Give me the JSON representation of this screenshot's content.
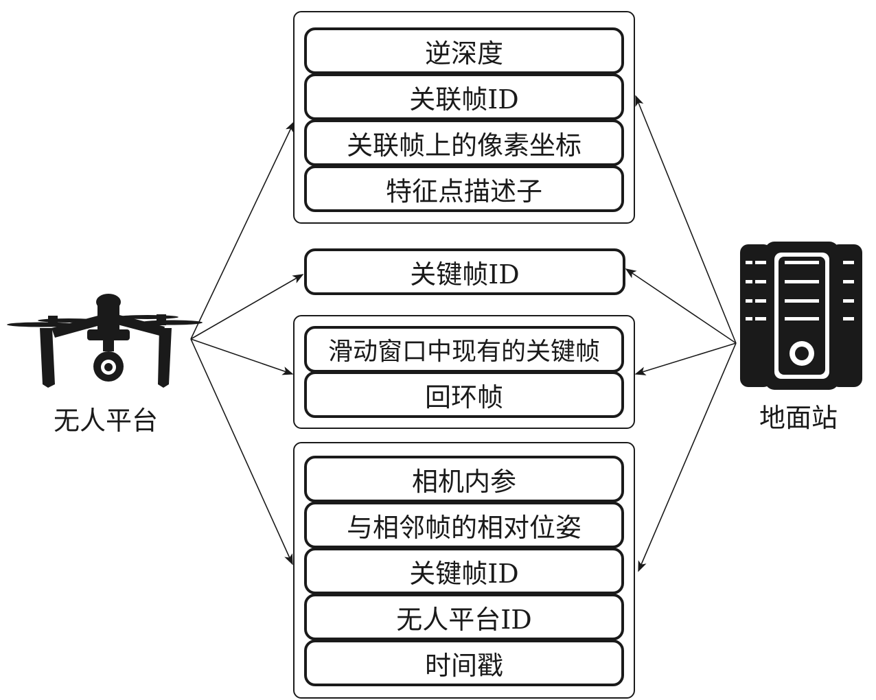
{
  "nodes": {
    "drone_label": "无人平台",
    "station_label": "地面站"
  },
  "groups": {
    "group1": [
      "逆深度",
      "关联帧ID",
      "关联帧上的像素坐标",
      "特征点描述子"
    ],
    "single": "关键帧ID",
    "group3": [
      "滑动窗口中现有的关键帧",
      "回环帧"
    ],
    "group4": [
      "相机内参",
      "与相邻帧的相对位姿",
      "关键帧ID",
      "无人平台ID",
      "时间戳"
    ]
  },
  "colors": {
    "stroke": "#1a1a1a",
    "background": "#ffffff"
  },
  "icons": {
    "drone": "drone-icon",
    "station": "server-icon"
  }
}
